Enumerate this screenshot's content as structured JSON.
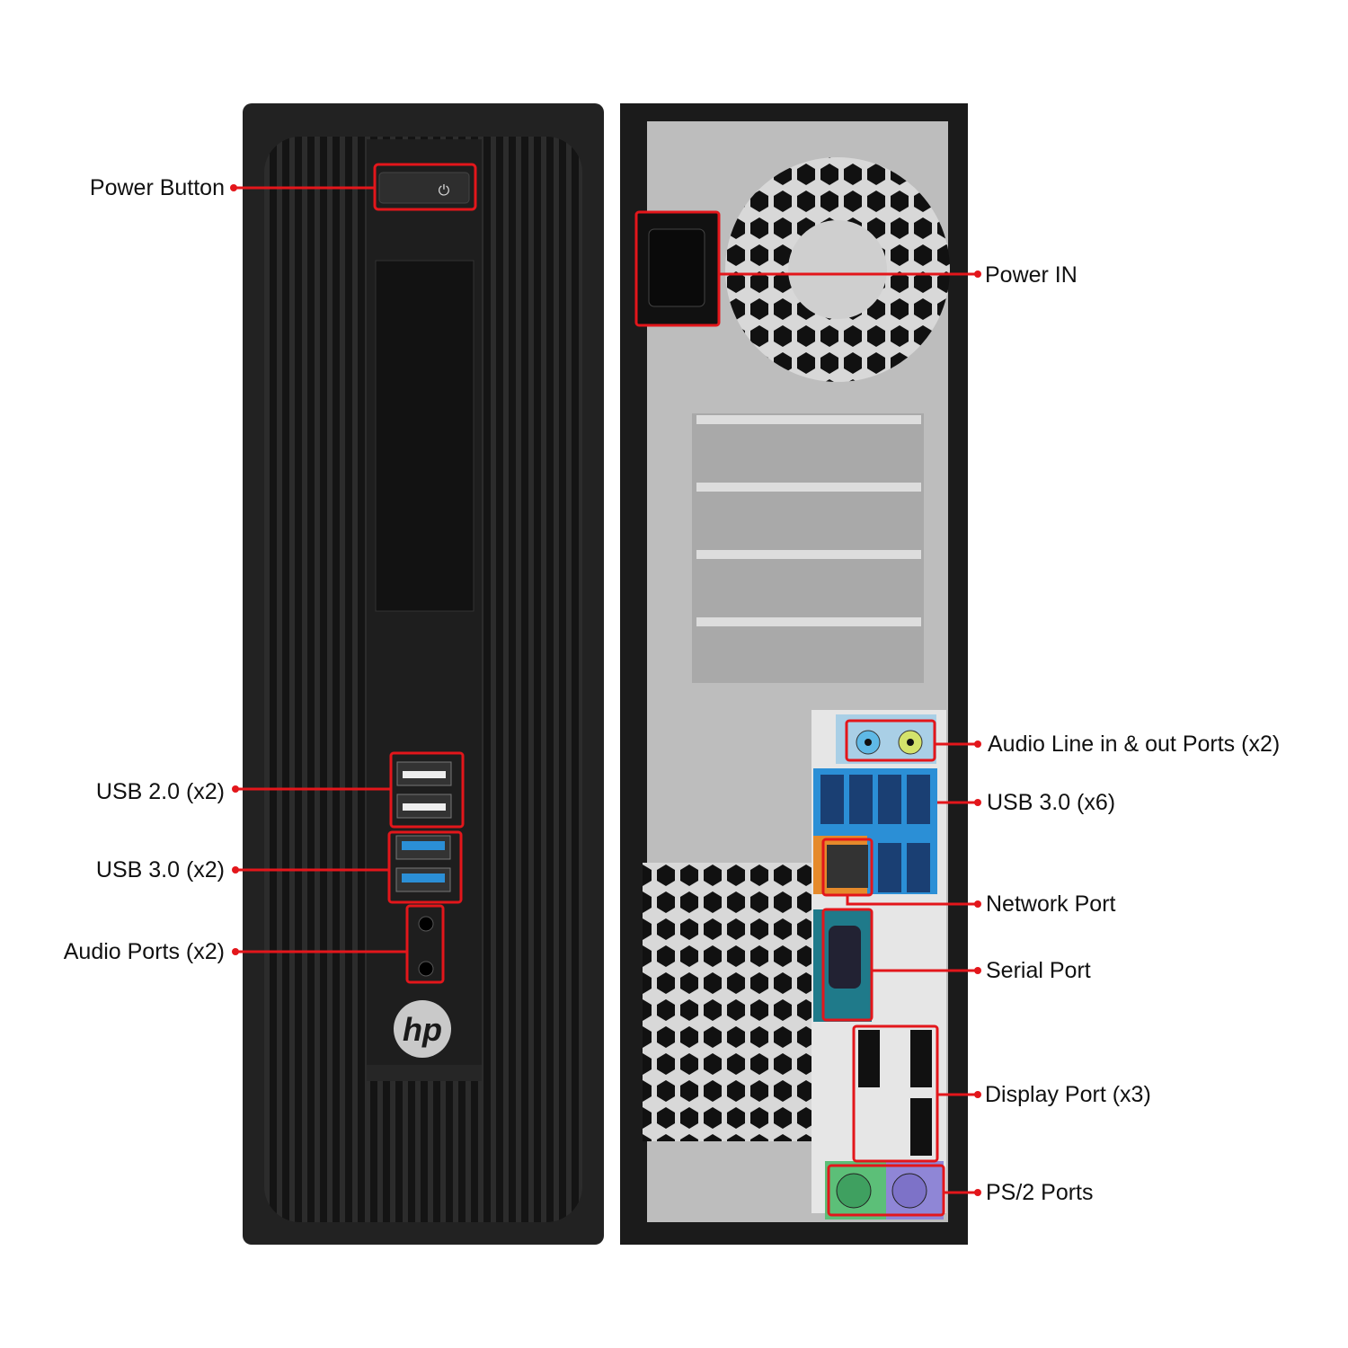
{
  "title": "HP Z240 SFF front and rear ports",
  "colors": {
    "callout": "#e3161b",
    "chassis": "#1a1a1a",
    "metal": "#b9b9b9",
    "usb3": "#2b8fd6"
  },
  "front_labels": {
    "power_button": "Power Button",
    "usb2": "USB 2.0 (x2)",
    "usb3": "USB 3.0 (x2)",
    "audio": "Audio Ports (x2)"
  },
  "rear_labels": {
    "power_in": "Power IN",
    "audio_line": "Audio Line in & out Ports (x2)",
    "usb3": "USB 3.0 (x6)",
    "network": "Network Port",
    "serial": "Serial Port",
    "display": "Display Port (x3)",
    "ps2": "PS/2 Ports"
  },
  "logo": "hp"
}
